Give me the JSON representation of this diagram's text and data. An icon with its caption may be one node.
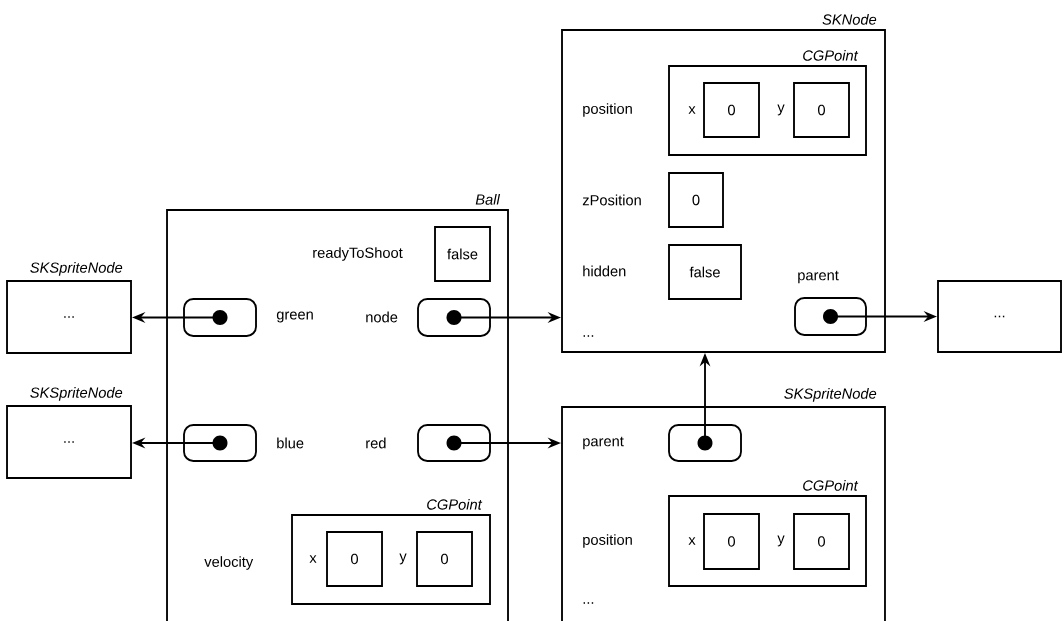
{
  "diagram": {
    "nodes": [
      {
        "text": [
          "SKNode",
          "..."
        ]
      },
      {
        "text": [
          "CGPoint"
        ],
        "in": 0,
        "beside": [
          "position"
        ]
      },
      {
        "text": [
          "0"
        ],
        "in": 1,
        "beside": [
          "x"
        ]
      },
      {
        "text": [
          "0"
        ],
        "in": 1,
        "beside": [
          "y"
        ]
      },
      {
        "text": [
          "0"
        ],
        "in": 0,
        "beside": [
          "zPosition"
        ]
      },
      {
        "text": [
          "false"
        ],
        "in": 0,
        "beside": [
          "hidden"
        ]
      },
      {
        "text": [],
        "shape": "box",
        "in": 0,
        "beside": [
          "parent"
        ]
      },
      {
        "text": [
          "..."
        ]
      },
      {
        "text": [
          "Ball"
        ]
      },
      {
        "text": [
          "false"
        ],
        "in": 8,
        "beside": [
          "readyToShoot"
        ]
      },
      {
        "text": [],
        "shape": "box",
        "in": 8,
        "beside": [
          "green"
        ]
      },
      {
        "text": [],
        "shape": "box",
        "in": 8,
        "beside": [
          "node"
        ]
      },
      {
        "text": [],
        "shape": "box",
        "in": 8,
        "beside": [
          "blue"
        ]
      },
      {
        "text": [],
        "shape": "box",
        "in": 8,
        "beside": [
          "red"
        ]
      },
      {
        "text": [
          "CGPoint"
        ],
        "in": 8,
        "beside": [
          "velocity"
        ]
      },
      {
        "text": [
          "0"
        ],
        "in": 14,
        "beside": [
          "x"
        ]
      },
      {
        "text": [
          "0"
        ],
        "in": 14,
        "beside": [
          "y"
        ]
      },
      {
        "text": [
          "SKSpriteNode",
          "..."
        ]
      },
      {
        "text": [
          "SKSpriteNode",
          "..."
        ]
      },
      {
        "text": [
          "SKSpriteNode",
          "..."
        ]
      },
      {
        "text": [],
        "shape": "box",
        "in": 19,
        "beside": [
          "parent"
        ]
      },
      {
        "text": [
          "CGPoint"
        ],
        "in": 19,
        "beside": [
          "position"
        ]
      },
      {
        "text": [
          "0"
        ],
        "in": 21,
        "beside": [
          "x"
        ]
      },
      {
        "text": [
          "0"
        ],
        "in": 21,
        "beside": [
          "y"
        ]
      }
    ],
    "edges": [
      {
        "from": 10,
        "to": 17,
        "arrow": "to"
      },
      {
        "from": 11,
        "to": 0,
        "arrow": "to"
      },
      {
        "from": 12,
        "to": 18,
        "arrow": "to"
      },
      {
        "from": 13,
        "to": 19,
        "arrow": "to"
      },
      {
        "from": 6,
        "to": 7,
        "arrow": "to"
      },
      {
        "from": 20,
        "to": 0,
        "arrow": "to"
      }
    ]
  }
}
